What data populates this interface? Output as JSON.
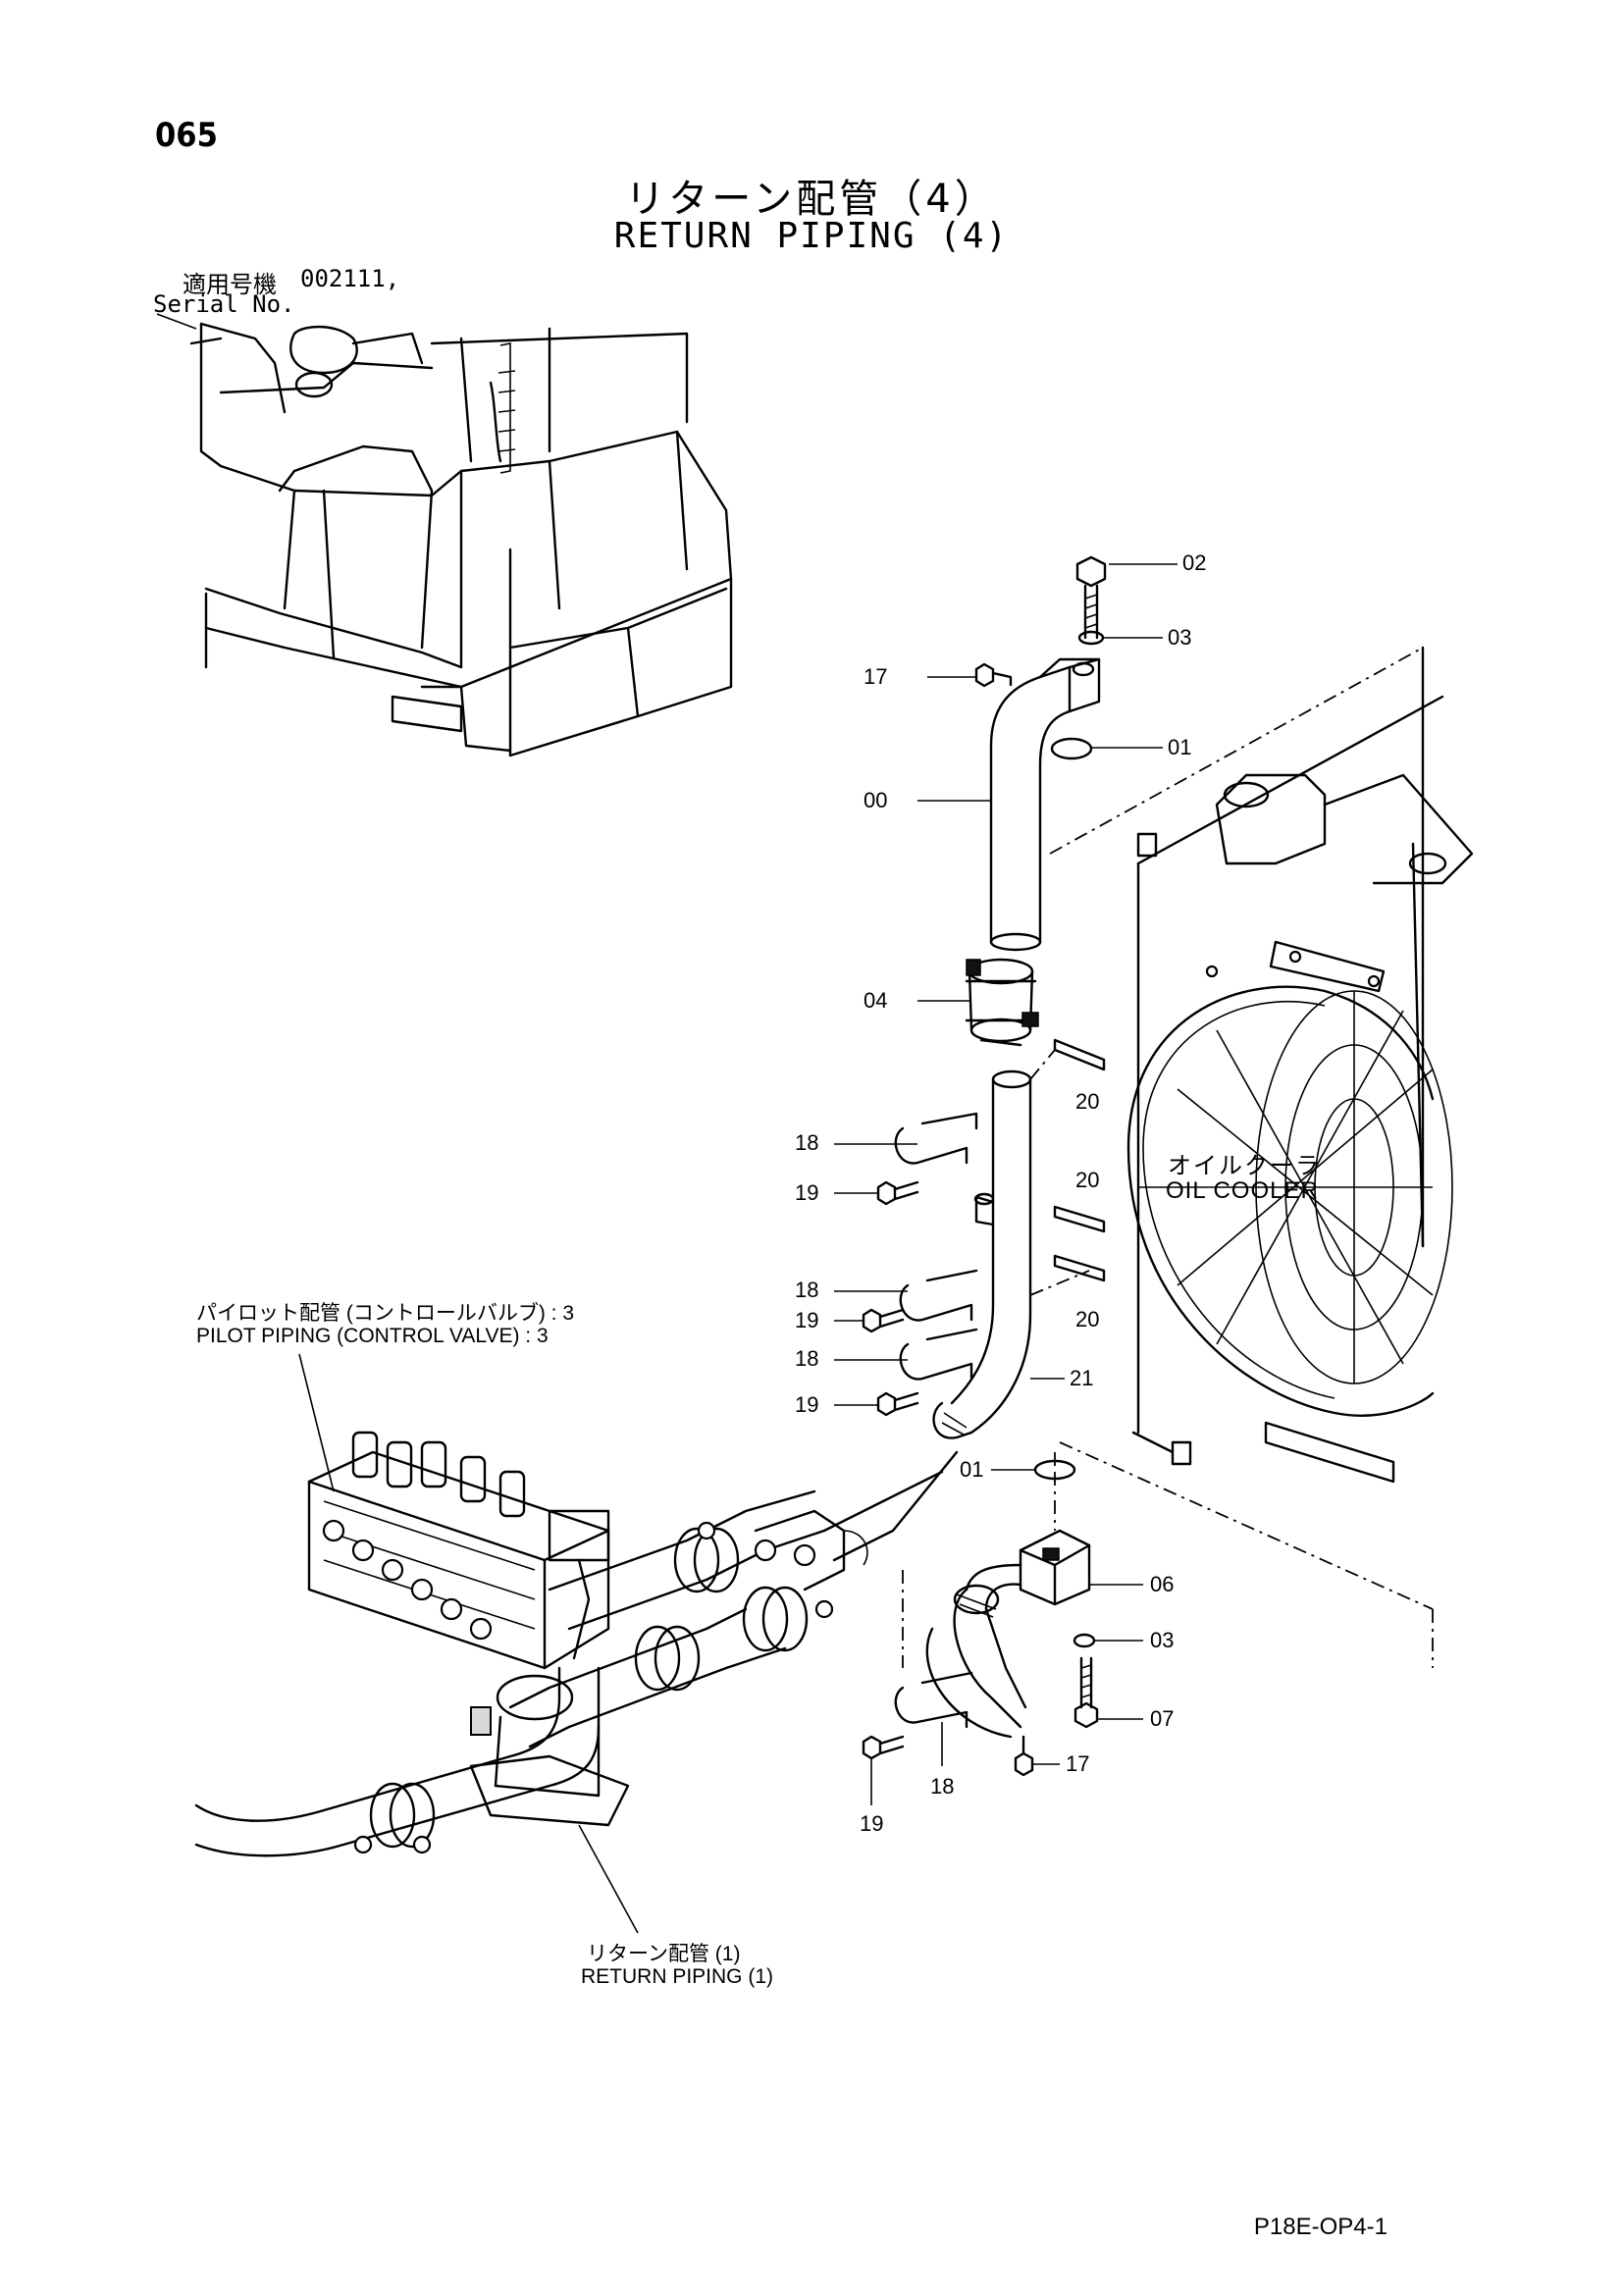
{
  "page_number": "065",
  "title": {
    "japanese": "リターン配管（4）",
    "english": "RETURN PIPING (4)"
  },
  "serial": {
    "label_ja": "適用号機",
    "number": "002111,",
    "label_en": "Serial No."
  },
  "callouts": {
    "c02": "02",
    "c03a": "03",
    "c17a": "17",
    "c01a": "01",
    "c00": "00",
    "c04": "04",
    "c20a": "20",
    "c18a": "18",
    "c19a": "19",
    "c20b": "20",
    "c18b": "18",
    "c19b": "19",
    "c20c": "20",
    "c18c": "18",
    "c21": "21",
    "c19c": "19",
    "c01b": "01",
    "c06": "06",
    "c03b": "03",
    "c07": "07",
    "c17b": "17",
    "c18d": "18",
    "c19d": "19"
  },
  "labels": {
    "oil_cooler_ja": "オイルクーラ",
    "oil_cooler_en": "OIL COOLER",
    "pilot_ja": "パイロット配管 (コントロールバルブ) : 3",
    "pilot_en": "PILOT PIPING (CONTROL VALVE) : 3",
    "return1_ja": "リターン配管 (1)",
    "return1_en": "RETURN PIPING (1)"
  },
  "footer_code": "P18E-OP4-1"
}
